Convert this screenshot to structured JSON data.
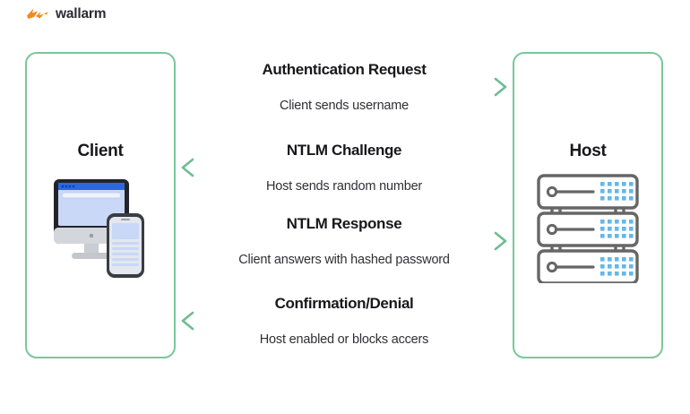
{
  "brand": {
    "name": "wallarm",
    "mark_icon": "wallarm-bolt-icon",
    "mark_color": "#f28a1e",
    "text_color": "#2b2b33"
  },
  "theme": {
    "accent_green": "#79c79b",
    "arrow_green": "#6cbd92",
    "text_dark": "#17171c",
    "server_gray": "#666666",
    "server_dot_blue": "#63b8e8",
    "screen_blue": "#c9d8f7",
    "browser_bar_blue": "#2f66e0"
  },
  "endpoints": [
    {
      "id": "client",
      "title": "Client",
      "art_icon": "desktop-and-phone-icon"
    },
    {
      "id": "host",
      "title": "Host",
      "art_icon": "server-rack-icon"
    }
  ],
  "flows": [
    {
      "title": "Authentication Request",
      "subtitle": "Client sends username",
      "direction": "right",
      "arrow_icon": "arrow-right-icon"
    },
    {
      "title": "NTLM Challenge",
      "subtitle": "Host sends random number",
      "direction": "left",
      "arrow_icon": "arrow-left-icon"
    },
    {
      "title": "NTLM Response",
      "subtitle": "Client answers with hashed password",
      "direction": "right",
      "arrow_icon": "arrow-right-icon"
    },
    {
      "title": "Confirmation/Denial",
      "subtitle": "Host enabled or blocks accers",
      "direction": "left",
      "arrow_icon": "arrow-left-icon"
    }
  ]
}
